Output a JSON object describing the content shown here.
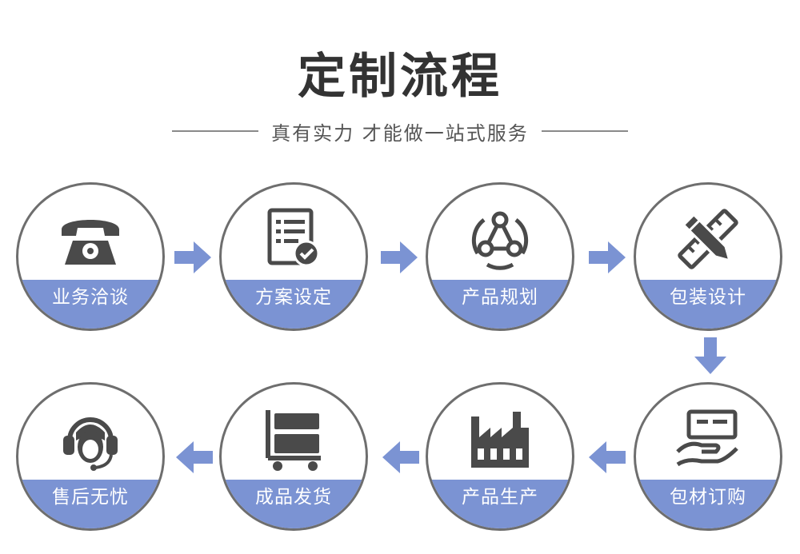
{
  "header": {
    "title": "定制流程",
    "subtitle": "真有实力 才能做一站式服务"
  },
  "colors": {
    "accent": "#7b93d3",
    "icon": "#4a4a4a",
    "ring": "#6e6e6e"
  },
  "steps": [
    {
      "label": "业务洽谈",
      "icon": "telephone-icon"
    },
    {
      "label": "方案设定",
      "icon": "document-check-icon"
    },
    {
      "label": "产品规划",
      "icon": "network-triangle-icon"
    },
    {
      "label": "包装设计",
      "icon": "pencil-ruler-icon"
    },
    {
      "label": "包材订购",
      "icon": "card-hand-icon"
    },
    {
      "label": "产品生产",
      "icon": "factory-icon"
    },
    {
      "label": "成品发货",
      "icon": "cargo-cart-icon"
    },
    {
      "label": "售后无忧",
      "icon": "headset-icon"
    }
  ]
}
